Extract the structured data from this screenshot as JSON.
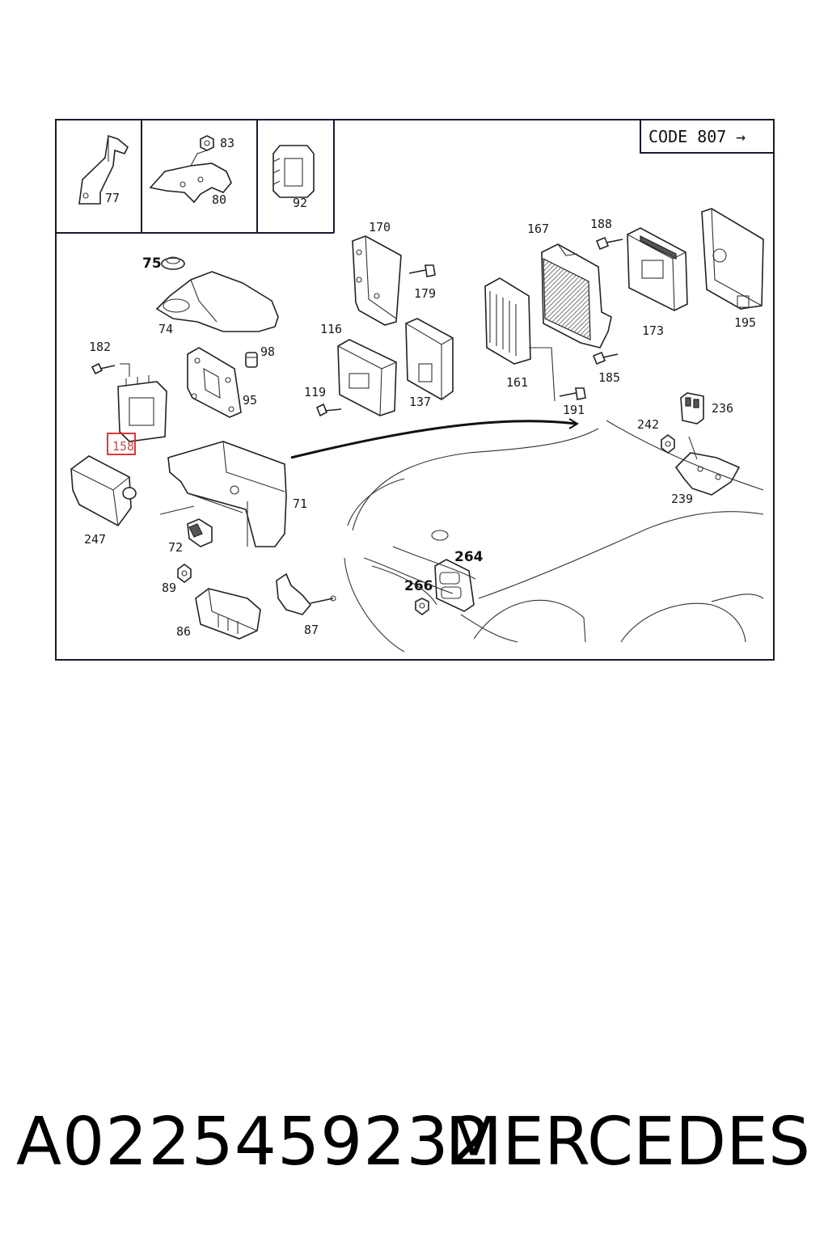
{
  "diagram": {
    "code_label": "CODE 807",
    "code_arrow": "→",
    "highlighted_part": "158",
    "parts": {
      "p77": "77",
      "p83": "83",
      "p80": "80",
      "p92": "92",
      "p75": "75",
      "p74": "74",
      "p182": "182",
      "p158": "158",
      "p98": "98",
      "p95": "95",
      "p247": "247",
      "p71": "71",
      "p72": "72",
      "p89": "89",
      "p86": "86",
      "p87": "87",
      "p170": "170",
      "p179": "179",
      "p116": "116",
      "p119": "119",
      "p137": "137",
      "p167": "167",
      "p161": "161",
      "p188": "188",
      "p185": "185",
      "p191": "191",
      "p173": "173",
      "p195": "195",
      "p236": "236",
      "p242": "242",
      "p239": "239",
      "p264": "264",
      "p266": "266"
    }
  },
  "footer": {
    "part_number": "A0225459232",
    "brand": "MERCEDES"
  },
  "colors": {
    "frame": "#1a1a2e",
    "highlight": "#e02020",
    "highlight_text": "#c05050"
  }
}
